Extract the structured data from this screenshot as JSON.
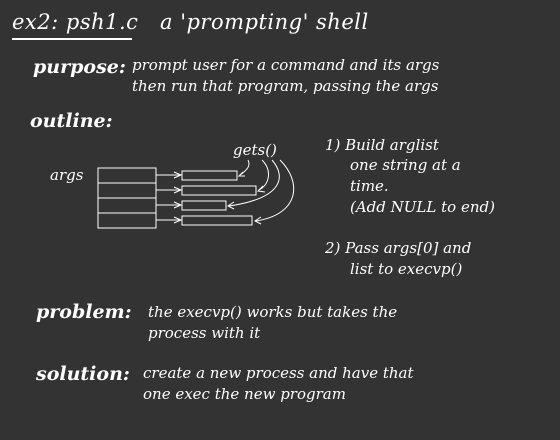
{
  "title": {
    "file": "ex2:  psh1.c",
    "subtitle": "a 'prompting' shell"
  },
  "purpose": {
    "label": "purpose:",
    "line1": "prompt user for a command and its args",
    "line2": "then run that program, passing the args"
  },
  "outline": {
    "label": "outline:",
    "diagram": {
      "args_label": "args",
      "gets_label": "gets()",
      "slots": 4
    },
    "step1": {
      "line1": "1)  Build arglist",
      "line2": "one string at a",
      "line3": "time.",
      "line4": "(Add NULL to end)"
    },
    "step2": {
      "line1": "2)  Pass args[0] and",
      "line2": "list to execvp()"
    }
  },
  "problem": {
    "label": "problem:",
    "line1": "the execvp() works but takes the",
    "line2": "process with it"
  },
  "solution": {
    "label": "solution:",
    "line1": "create a  new process  and have that",
    "line2": "one exec the new program"
  },
  "colors": {
    "background": "#333333",
    "ink": "#ffffff"
  }
}
